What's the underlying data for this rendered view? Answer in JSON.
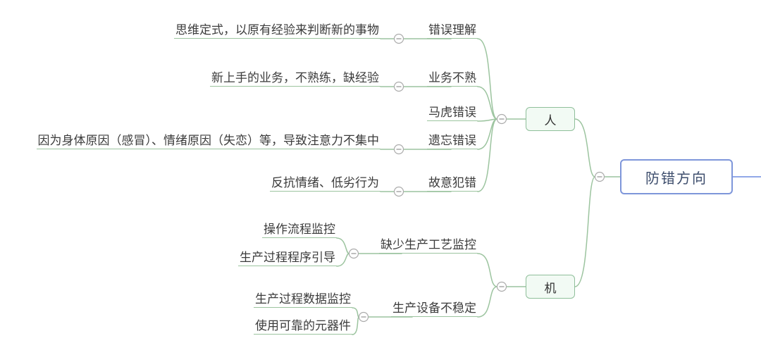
{
  "mindmap": {
    "root": {
      "label": "防错方向"
    },
    "branches": [
      {
        "label": "人",
        "topics": [
          {
            "label": "错误理解",
            "notes": [
              "思维定式，以原有经验来判断新的事物"
            ]
          },
          {
            "label": "业务不熟",
            "notes": [
              "新上手的业务，不熟练，缺经验"
            ]
          },
          {
            "label": "马虎错误",
            "notes": []
          },
          {
            "label": "遗忘错误",
            "notes": [
              "因为身体原因（感冒）、情绪原因（失恋）等，导致注意力不集中"
            ]
          },
          {
            "label": "故意犯错",
            "notes": [
              "反抗情绪、低劣行为"
            ]
          }
        ]
      },
      {
        "label": "机",
        "topics": [
          {
            "label": "缺少生产工艺监控",
            "notes": [
              "操作流程监控",
              "生产过程程序引导"
            ]
          },
          {
            "label": "生产设备不稳定",
            "notes": [
              "生产过程数据监控",
              "使用可靠的元器件"
            ]
          }
        ]
      }
    ],
    "collapse_button_glyph": "-"
  },
  "colors": {
    "branch_line": "#9CC49F",
    "node_border": "#8FBF9A",
    "node_fill": "#F2FAF4",
    "root_border": "#7E96DA",
    "root_text": "#3D4D6C",
    "root_link": "#6E8BE0"
  }
}
